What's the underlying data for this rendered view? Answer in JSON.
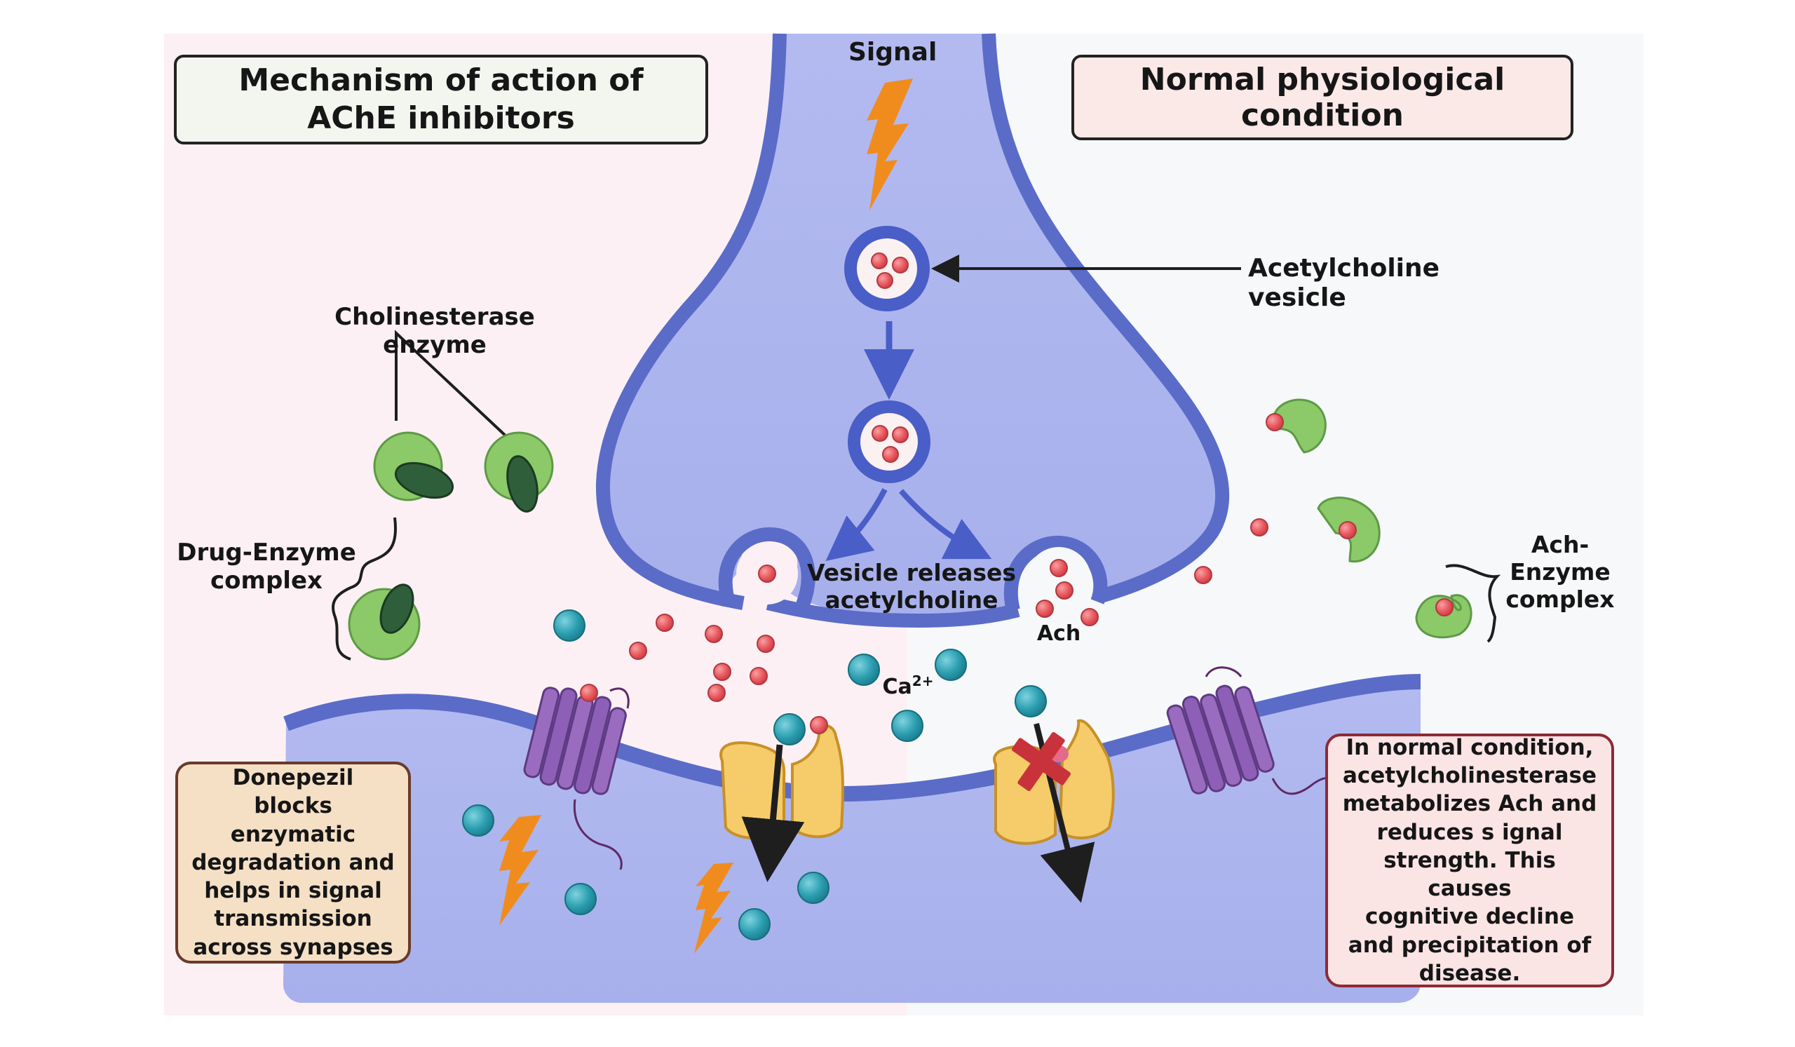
{
  "titles": {
    "left": [
      "Mechanism of action of",
      "AChE inhibitors"
    ],
    "right": "Normal physiological condition"
  },
  "labels": {
    "signal": "Signal",
    "ach_vesicle": "Acetylcholine vesicle",
    "cholinesterase_enzyme": "Cholinesterase enzyme",
    "drug_enzyme_complex": [
      "Drug-Enzyme",
      "complex"
    ],
    "vesicle_releases": [
      "Vesicle releases",
      "acetylcholine"
    ],
    "ach": "Ach",
    "calcium": "Ca",
    "calcium_charge": "2+",
    "ach_enzyme_complex": [
      "Ach-",
      "Enzyme",
      "complex"
    ]
  },
  "info_boxes": {
    "left": [
      "Donepezil blocks",
      "enzymatic",
      "degradation and",
      "helps in signal",
      "transmission",
      "across synapses"
    ],
    "right": [
      "In normal condition,",
      "acetylcholinesterase",
      "metabolizes Ach and",
      "reduces s ignal",
      "strength. This causes",
      "cognitive decline",
      "and precipitation of",
      "disease."
    ]
  },
  "colors": {
    "left_background": "#fcf0f4",
    "right_background": "#f6f8f9",
    "neuron_fill": "#aeb6ee",
    "membrane": "#5a6cc8",
    "acetylcholine": "#e8585e",
    "calcium_ion": "#2b9eb0",
    "enzyme": "#8cc968",
    "drug": "#2f5e3a",
    "receptor": "#9a6cc0",
    "ion_channel": "#f6cc6a",
    "signal_bolt": "#f08c1e",
    "block_mark": "#c8323a"
  }
}
